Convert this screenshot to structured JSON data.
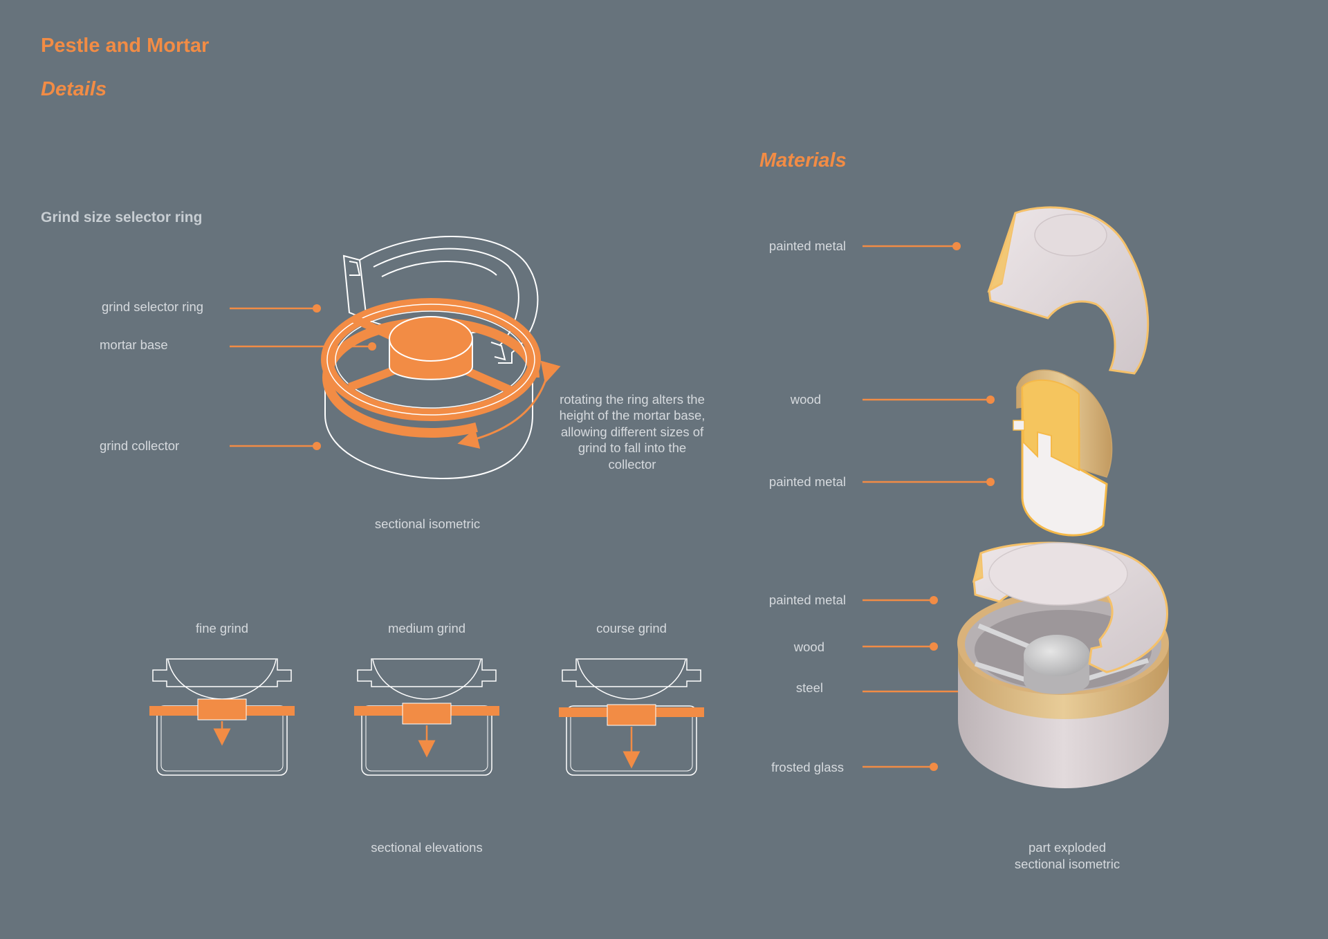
{
  "header": {
    "title": "Pestle and Mortar",
    "details_heading": "Details",
    "materials_heading": "Materials"
  },
  "details": {
    "subheading": "Grind size selector ring",
    "labels": {
      "grind_selector_ring": "grind selector ring",
      "mortar_base": "mortar base",
      "grind_collector": "grind collector"
    },
    "rotation_note": "rotating the ring alters the height of the mortar base, allowing different sizes of grind to fall into the collector",
    "iso_caption": "sectional isometric",
    "elevations": [
      {
        "label": "fine grind"
      },
      {
        "label": "medium grind"
      },
      {
        "label": "course grind"
      }
    ],
    "elevations_caption": "sectional elevations"
  },
  "materials": {
    "labels": {
      "m1": "painted metal",
      "m2": "wood",
      "m3": "painted metal",
      "m4": "painted metal",
      "m5": "wood",
      "m6": "steel",
      "m7": "frosted glass"
    },
    "caption_line1": "part exploded",
    "caption_line2": "sectional isometric"
  },
  "colors": {
    "background": "#67737c",
    "accent": "#f28c45",
    "text": "#d6dade",
    "line": "#ffffff"
  }
}
